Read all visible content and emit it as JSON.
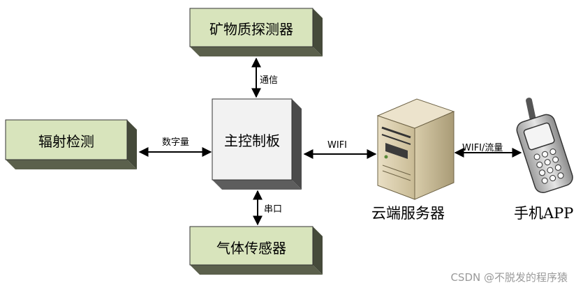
{
  "nodes": {
    "mineral_detector": "矿物质探测器",
    "radiation_detection": "辐射检测",
    "main_board": "主控制板",
    "gas_sensor": "气体传感器",
    "cloud_server": "云端服务器",
    "mobile_app": "手机APP"
  },
  "edges": {
    "comm": "通信",
    "digital": "数字量",
    "serial": "串口",
    "wifi": "WIFI",
    "wifi_traffic": "WIFI/流量"
  },
  "watermark": "CSDN @不脱发的程序猿",
  "colors": {
    "box_green": "#d8e4bc",
    "box_side": "#454a3a",
    "main_face": "#f2f2f2",
    "main_side": "#4b4b4b"
  }
}
